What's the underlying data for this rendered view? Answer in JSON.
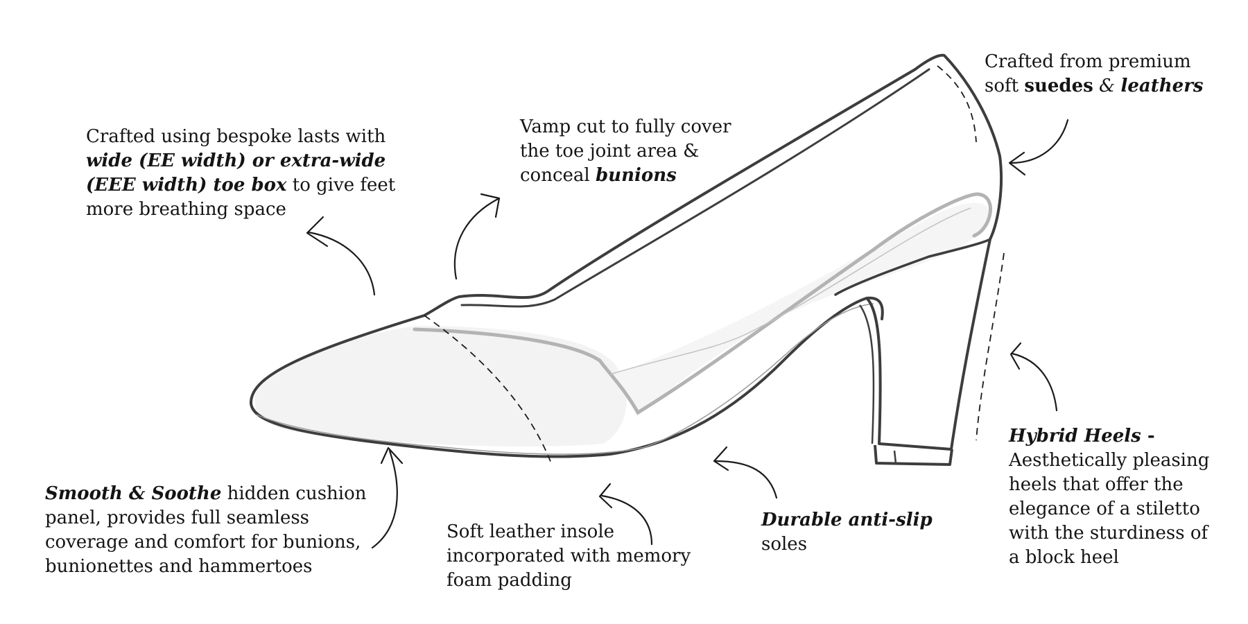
{
  "annotations": {
    "materials": {
      "line1": "Crafted from premium",
      "line2_prefix": "soft ",
      "line2_bold": "suedes",
      "line2_amp": " & ",
      "line2_bold_italic": "leathers"
    },
    "vamp": {
      "line1": "Vamp cut to fully cover",
      "line2": "the toe joint area &",
      "line3_prefix": "conceal ",
      "line3_bold_italic": "bunions"
    },
    "toe_box": {
      "line1": "Crafted using bespoke lasts with",
      "line2_bold_italic": "wide (EE width) or extra-wide",
      "line3_bold_italic": "(EEE width) toe box",
      "line3_suffix": " to give feet",
      "line4": "more breathing space"
    },
    "cushion": {
      "line1_bold_italic": "Smooth & Soothe",
      "line1_suffix": " hidden cushion",
      "line2": "panel, provides full seamless",
      "line3": "coverage and comfort for bunions,",
      "line4": "bunionettes and hammertoes"
    },
    "insole": {
      "line1": "Soft leather insole",
      "line2": "incorporated with memory",
      "line3": "foam padding"
    },
    "sole": {
      "line1_bold_italic": "Durable anti-slip",
      "line2": "soles"
    },
    "heel": {
      "line1_bold_italic": "Hybrid Heels",
      "line1_suffix": " -",
      "line2": "Aesthetically pleasing",
      "line3": "heels that offer the",
      "line4": "elegance of a stiletto",
      "line5": "with the sturdiness of",
      "line6": "a block heel"
    }
  },
  "colors": {
    "outline": "#3d3d3d",
    "insole": "#b3b3b3",
    "fill": "#f3f3f3",
    "arrow": "#1a1a1a",
    "text": "#141414",
    "background": "#ffffff"
  }
}
